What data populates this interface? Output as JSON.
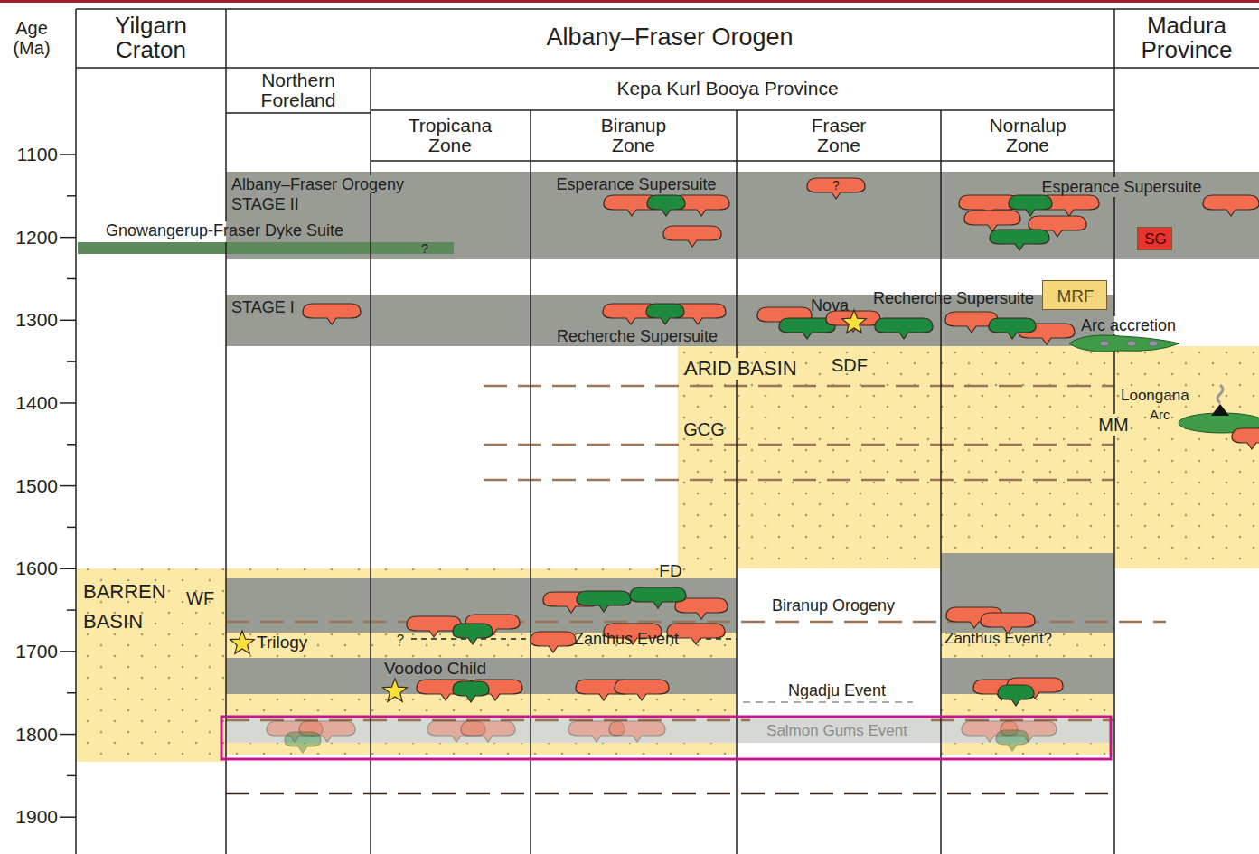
{
  "diagram": {
    "nodes": [
      {
        "text": [
          "Yilgarn Craton"
        ]
      },
      {
        "text": [
          "Albany–Fraser Orogen"
        ]
      },
      {
        "text": [
          "Madura Province"
        ]
      },
      {
        "text": [
          "Northern Foreland"
        ]
      },
      {
        "text": [
          "Kepa Kurl Booya Province"
        ]
      },
      {
        "text": [
          "Tropicana Zone"
        ]
      },
      {
        "text": [
          "Biranup Zone"
        ]
      },
      {
        "text": [
          "Fraser Zone"
        ]
      },
      {
        "text": [
          "Nornalup Zone"
        ]
      },
      {
        "text": [
          "Albany–Fraser Orogeny",
          "STAGE II",
          "Esperance Supersuite",
          "Esperance Supersuite"
        ]
      },
      {
        "text": [
          "SG"
        ],
        "in": 9
      },
      {
        "text": [
          "STAGE I",
          "Recherche Supersuite",
          "Nova",
          "Recherche Supersuite",
          "Arc accretion"
        ]
      },
      {
        "text": [
          "MRF"
        ]
      },
      {
        "text": [
          "ARID BASIN",
          "SDF",
          "GCG",
          "MM",
          "Loongana",
          "Arc"
        ]
      },
      {
        "text": [
          "BARREN BASIN",
          "WF"
        ]
      },
      {
        "text": [
          "Zanthus Event",
          "Biranup Orogeny",
          "Zanthus Event?"
        ]
      },
      {
        "text": [
          "Ngadju Event"
        ]
      },
      {
        "text": [
          "Salmon Gums Event"
        ]
      }
    ],
    "labels": [
      "Age (Ma)",
      "1100",
      "1200",
      "1300",
      "1400",
      "1500",
      "1600",
      "1700",
      "1800",
      "1900",
      "Gnowangerup-Fraser Dyke Suite",
      "?",
      "?",
      "FD",
      "Trilogy",
      "Voodoo Child",
      "?"
    ]
  }
}
